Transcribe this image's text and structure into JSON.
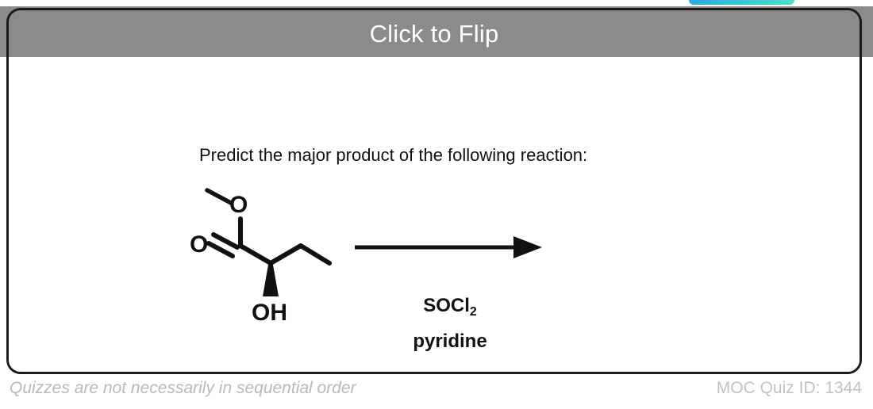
{
  "card": {
    "header": {
      "title": "Click to Flip",
      "background_color": "#8b8b8b",
      "title_color": "#ffffff"
    },
    "border_color": "#1c1c1c",
    "body_background": "#ffffff"
  },
  "accent_tab": {
    "name": "teal-tab",
    "colors": [
      "#2aa9e0",
      "#36c9d6",
      "#4ee0c8"
    ]
  },
  "content": {
    "prompt": "Predict the major product of the following reaction:",
    "reaction": {
      "reagent_above": "SOCl",
      "reagent_above_subscript": "2",
      "reagent_below": "pyridine",
      "arrow": "reaction-arrow-right",
      "starting_material": {
        "name": "methyl 2-hydroxybutanoate",
        "labels": {
          "ester_oxygen": "O",
          "carbonyl_oxygen": "O",
          "hydroxyl": "OH"
        },
        "stereo_bond": "solid-wedge"
      }
    }
  },
  "footer": {
    "note": "Quizzes are not necessarily in sequential order",
    "quiz_id_label": "MOC Quiz ID: 1344",
    "note_color": "#b9b9b9",
    "quiz_id_color": "#c2c2c2"
  }
}
